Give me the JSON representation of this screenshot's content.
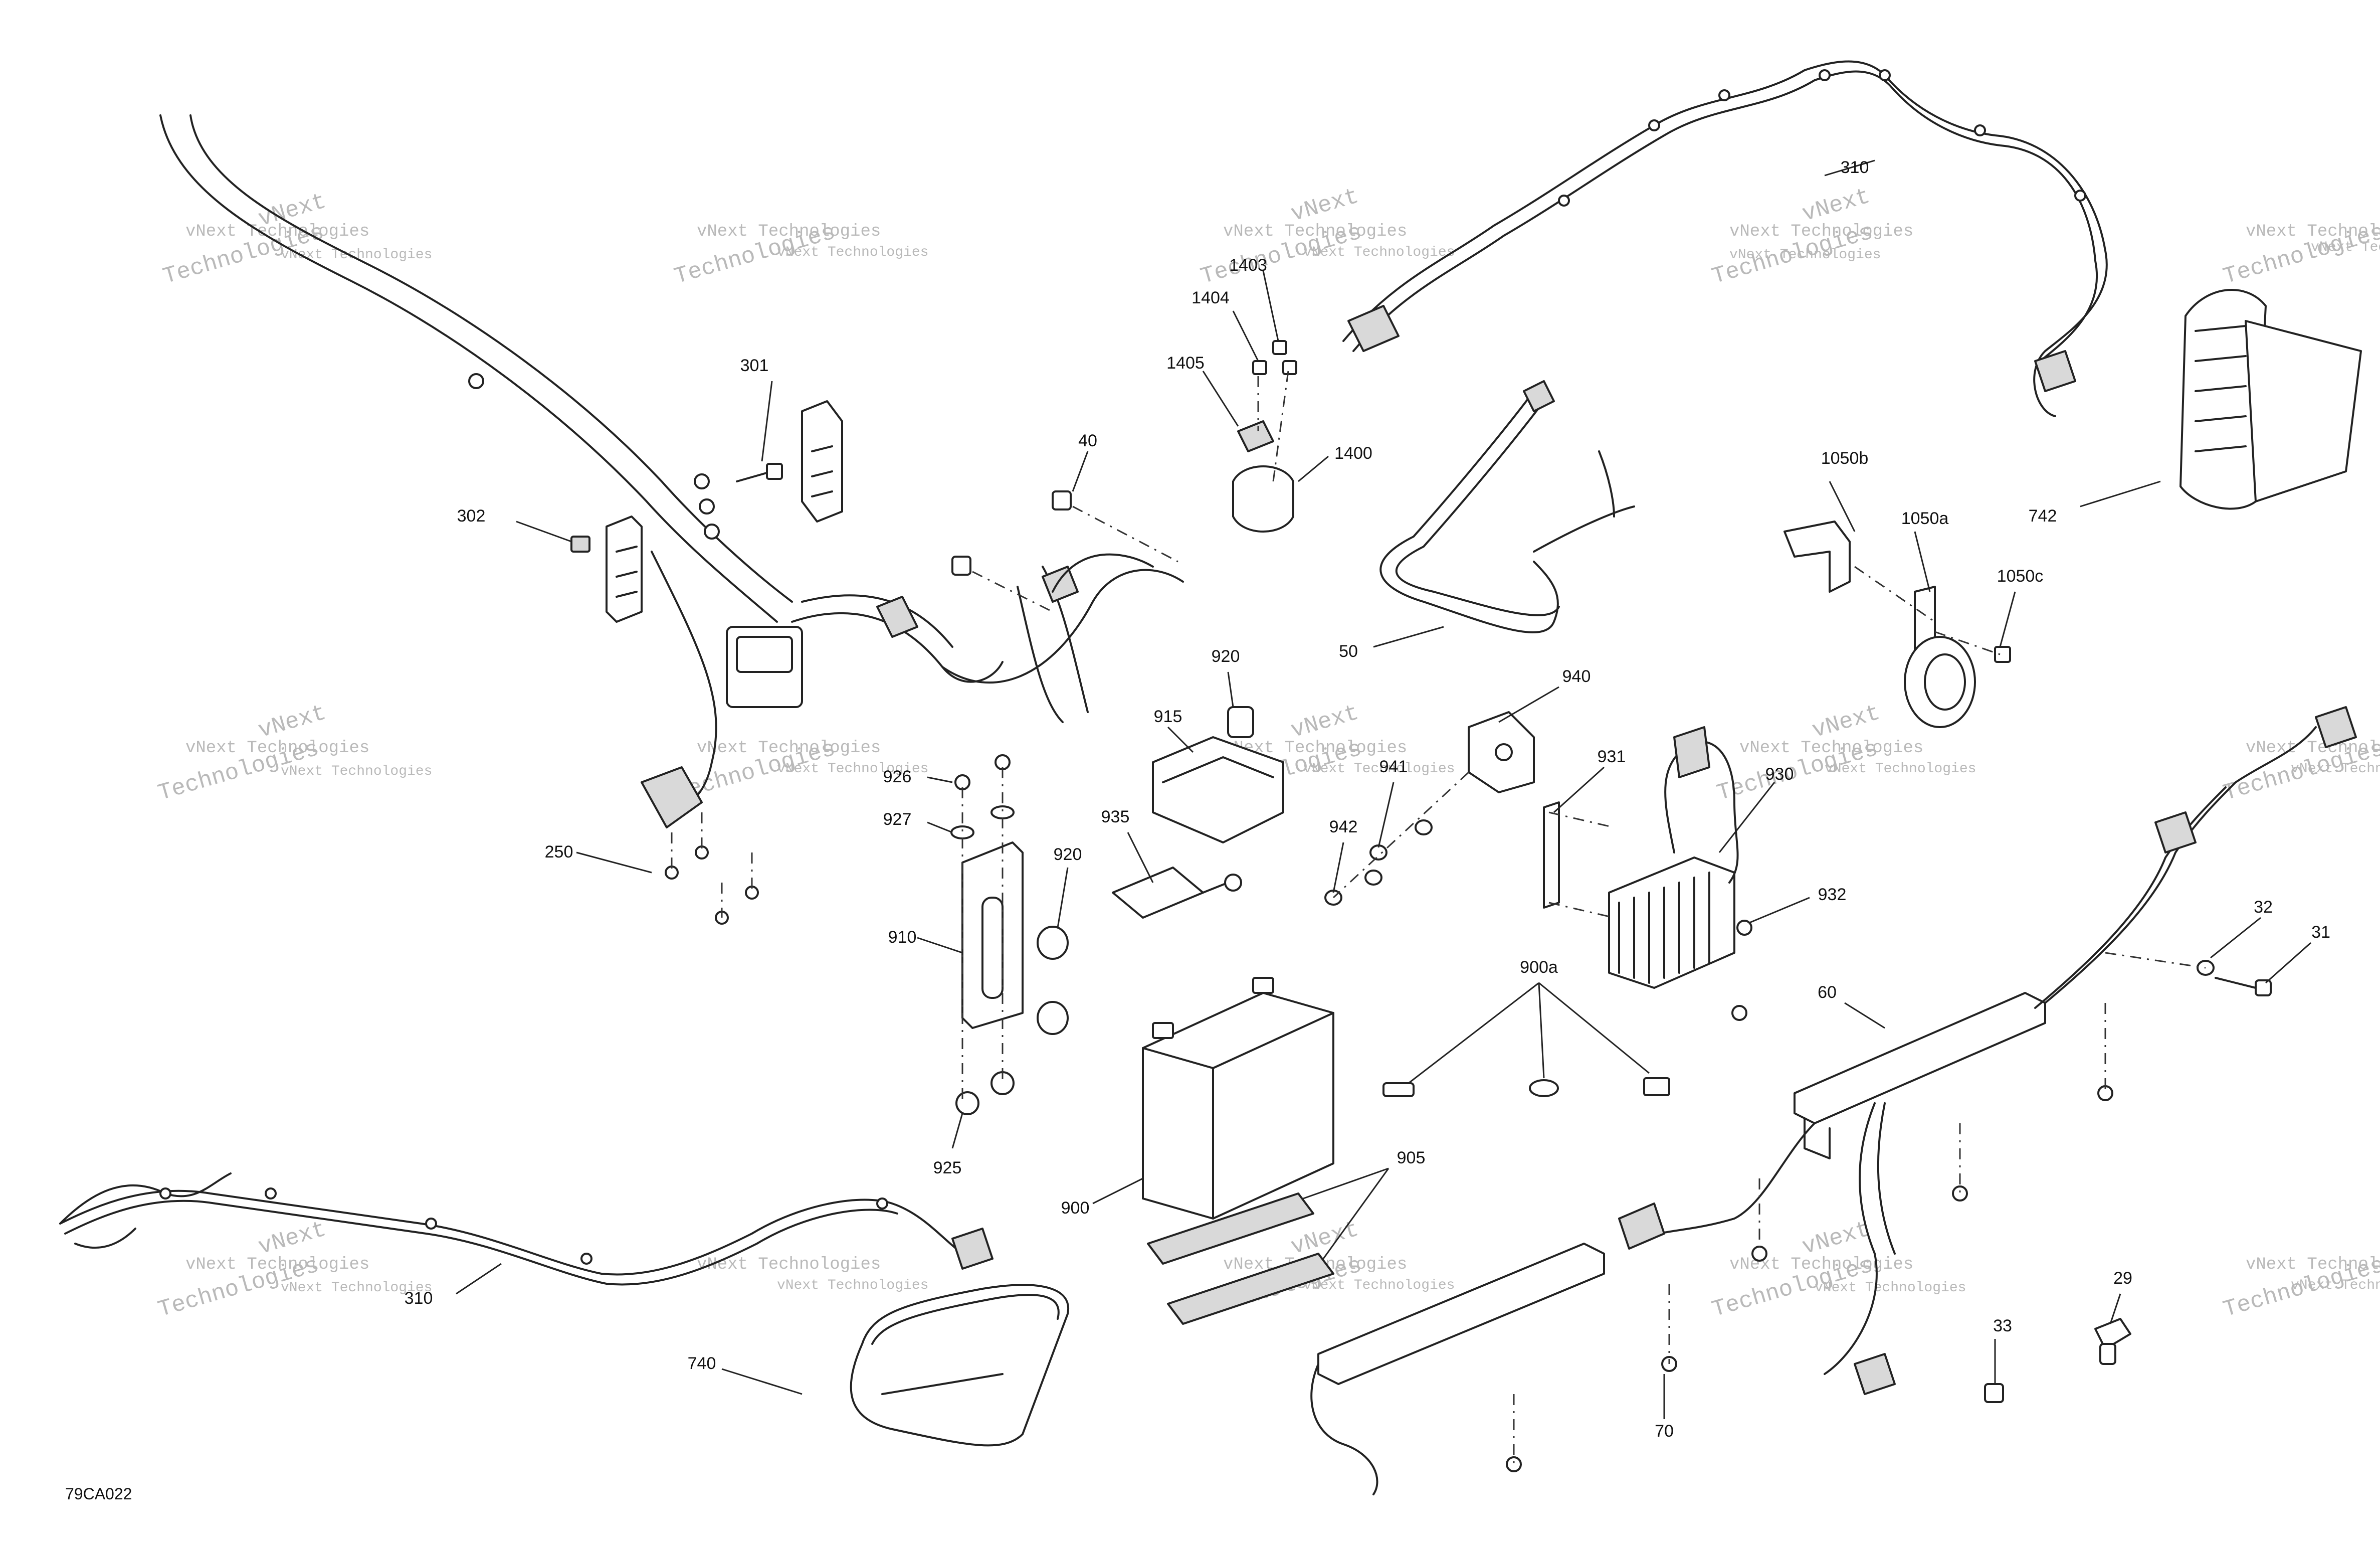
{
  "diagram": {
    "reference_code": "79CA022",
    "watermark": {
      "line1": "vNext Technologies",
      "line2": "vNext",
      "line3": "Technologies"
    },
    "callouts": {
      "c301": "301",
      "c302": "302",
      "c250": "250",
      "c40": "40",
      "c1403": "1403",
      "c1404": "1404",
      "c1405": "1405",
      "c1400": "1400",
      "c310a": "310",
      "c742": "742",
      "c50": "50",
      "c1050b": "1050b",
      "c1050a": "1050a",
      "c1050c": "1050c",
      "c920a": "920",
      "c915": "915",
      "c926": "926",
      "c927": "927",
      "c935": "935",
      "c920b": "920",
      "c910": "910",
      "c925": "925",
      "c940": "940",
      "c941": "941",
      "c942": "942",
      "c931": "931",
      "c930": "930",
      "c932": "932",
      "c900a": "900a",
      "c900": "900",
      "c905": "905",
      "c60": "60",
      "c32": "32",
      "c31": "31",
      "c310b": "310",
      "c740": "740",
      "c70": "70",
      "c33": "33",
      "c29": "29"
    }
  }
}
